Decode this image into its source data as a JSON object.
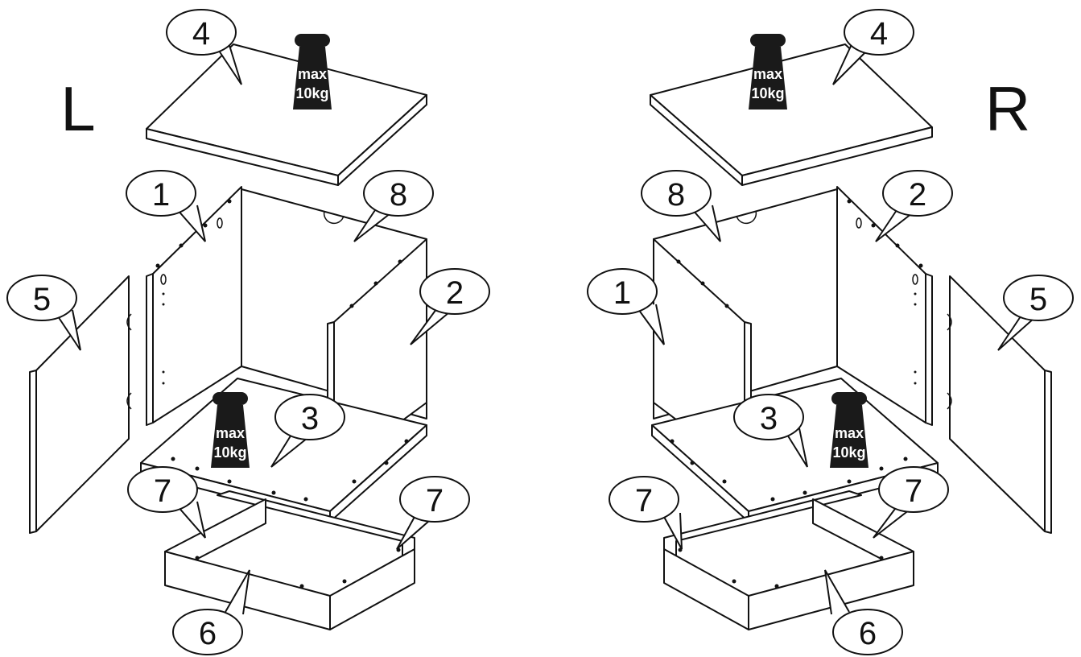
{
  "side_labels": {
    "left": "L",
    "right": "R"
  },
  "part_numbers": {
    "top": "4",
    "side_left": "1",
    "side_right": "2",
    "back": "8",
    "door": "5",
    "bottom": "3",
    "plinth_side": "7",
    "plinth_front": "6"
  },
  "weight_label": {
    "line1": "max",
    "line2": "10kg"
  }
}
